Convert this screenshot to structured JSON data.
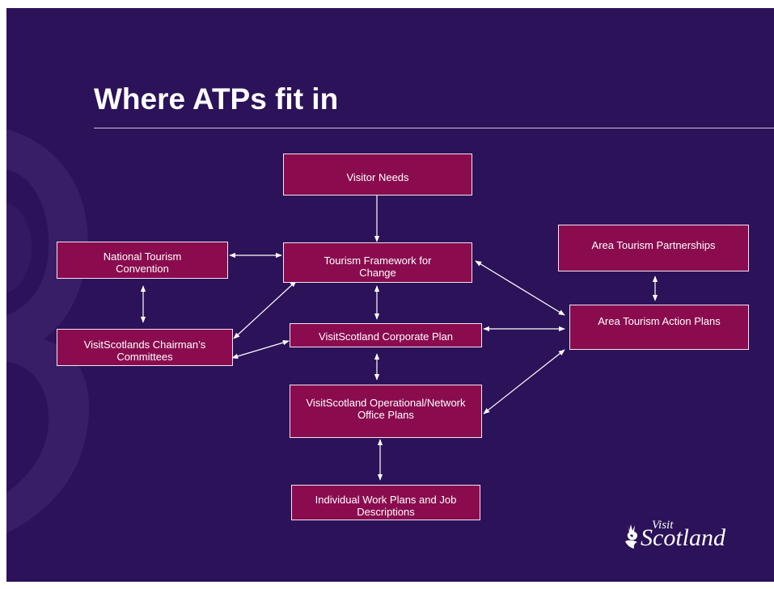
{
  "slide": {
    "title": "Where ATPs fit in",
    "colors": {
      "background": "#2b1259",
      "box_fill": "#8a0c4f",
      "box_border": "#f3e6ee",
      "text": "#ffffff"
    }
  },
  "diagram": {
    "nodes": [
      {
        "id": "visitor-needs",
        "label": "Visitor Needs"
      },
      {
        "id": "tourism-framework",
        "label": "Tourism Framework for Change"
      },
      {
        "id": "national-tourism-convention",
        "label": "National Tourism Convention"
      },
      {
        "id": "chairmans-committees",
        "label": "VisitScotlands Chairman’s Committees"
      },
      {
        "id": "corporate-plan",
        "label": "VisitScotland Corporate Plan"
      },
      {
        "id": "operational-plans",
        "label": "VisitScotland Operational/Network Office Plans"
      },
      {
        "id": "individual-work-plans",
        "label": "Individual Work Plans and Job Descriptions"
      },
      {
        "id": "area-tourism-partnerships",
        "label": "Area Tourism Partnerships"
      },
      {
        "id": "area-tourism-action-plans",
        "label": "Area Tourism Action Plans"
      }
    ],
    "edges": [
      {
        "from": "visitor-needs",
        "to": "tourism-framework",
        "direction": "one-way"
      },
      {
        "from": "national-tourism-convention",
        "to": "tourism-framework",
        "direction": "two-way"
      },
      {
        "from": "national-tourism-convention",
        "to": "chairmans-committees",
        "direction": "two-way"
      },
      {
        "from": "chairmans-committees",
        "to": "tourism-framework",
        "direction": "two-way"
      },
      {
        "from": "chairmans-committees",
        "to": "corporate-plan",
        "direction": "two-way"
      },
      {
        "from": "tourism-framework",
        "to": "corporate-plan",
        "direction": "two-way"
      },
      {
        "from": "tourism-framework",
        "to": "area-tourism-action-plans",
        "direction": "two-way"
      },
      {
        "from": "corporate-plan",
        "to": "area-tourism-action-plans",
        "direction": "two-way"
      },
      {
        "from": "corporate-plan",
        "to": "operational-plans",
        "direction": "two-way"
      },
      {
        "from": "operational-plans",
        "to": "area-tourism-action-plans",
        "direction": "two-way"
      },
      {
        "from": "operational-plans",
        "to": "individual-work-plans",
        "direction": "two-way"
      },
      {
        "from": "area-tourism-partnerships",
        "to": "area-tourism-action-plans",
        "direction": "two-way"
      }
    ]
  },
  "logo": {
    "visit": "Visit",
    "scotland": "Scotland",
    "icon": "thistle-icon"
  }
}
